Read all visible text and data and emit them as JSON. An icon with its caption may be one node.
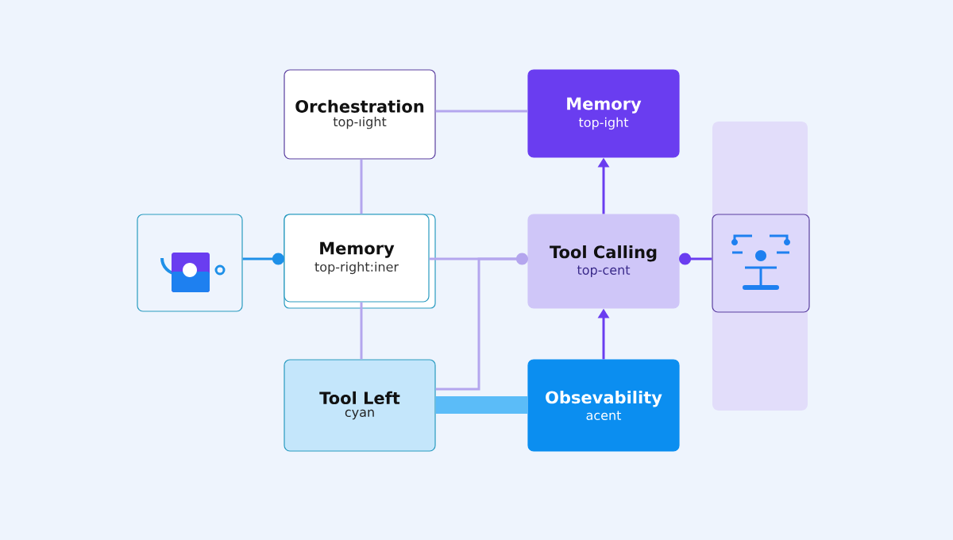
{
  "diagram": {
    "nodes": [
      {
        "text": [
          "Orchestration",
          "top-ıight"
        ]
      },
      {
        "text": [
          "Memory",
          "top-ight"
        ]
      },
      {
        "text": [],
        "shape": "box"
      },
      {
        "text": [
          "Memory",
          "top-right:iner"
        ]
      },
      {
        "text": [
          "Tool Calling",
          "top-cent"
        ]
      },
      {
        "text": [],
        "shape": "box"
      },
      {
        "text": [
          "Tool Left",
          "cyan"
        ]
      },
      {
        "text": [
          "Obsevability",
          "acent"
        ]
      }
    ],
    "edges": [
      {
        "from": 0,
        "to": 1,
        "arrow": "none"
      },
      {
        "from": 0,
        "to": 3,
        "arrow": "none"
      },
      {
        "from": 2,
        "to": 3,
        "arrow": "other",
        "color": "#1e90e8"
      },
      {
        "from": 3,
        "to": 4,
        "arrow": "other"
      },
      {
        "from": 4,
        "to": 1,
        "arrow": "to",
        "color": "#6a3df0"
      },
      {
        "from": 7,
        "to": 4,
        "arrow": "to",
        "color": "#6a3df0"
      },
      {
        "from": 5,
        "to": 4,
        "arrow": "other",
        "color": "#6a3df0"
      },
      {
        "from": 3,
        "to": 6,
        "arrow": "none"
      },
      {
        "from": 6,
        "to": 7,
        "arrow": "none",
        "style": "thick",
        "color": "#5bbcf8"
      },
      {
        "from": 4,
        "to": 6,
        "arrow": "none"
      }
    ]
  }
}
